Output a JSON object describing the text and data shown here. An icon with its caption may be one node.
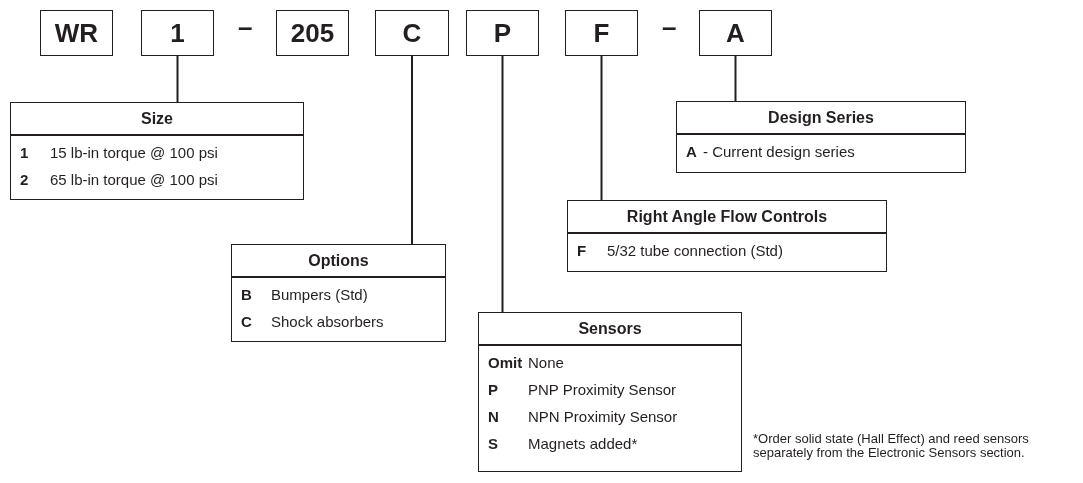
{
  "diagram": {
    "nodes": [
      {
        "text": [
          "WR"
        ]
      },
      {
        "text": [
          "1"
        ]
      },
      {
        "text": [
          "205"
        ]
      },
      {
        "text": [
          "C"
        ]
      },
      {
        "text": [
          "P"
        ]
      },
      {
        "text": [
          "F"
        ]
      },
      {
        "text": [
          "A"
        ]
      },
      {
        "text": [
          "Size",
          "1",
          "15 lb-in torque @ 100 psi",
          "2",
          "65 lb-in torque @ 100 psi"
        ]
      },
      {
        "text": [
          "Options",
          "B",
          "Bumpers (Std)",
          "C",
          "Shock absorbers"
        ]
      },
      {
        "text": [
          "Sensors",
          "Omit",
          "None",
          "P",
          "PNP Proximity Sensor",
          "N",
          "NPN Proximity Sensor",
          "S",
          "Magnets added*"
        ]
      },
      {
        "text": [
          "Right Angle Flow Controls",
          "F",
          "5/32 tube connection (Std)"
        ]
      },
      {
        "text": [
          "Design Series",
          "A",
          "- Current design series"
        ]
      }
    ],
    "edges": [
      {
        "from": 1,
        "to": 7,
        "arrow": "none"
      },
      {
        "from": 3,
        "to": 8,
        "arrow": "none"
      },
      {
        "from": 4,
        "to": 9,
        "arrow": "none"
      },
      {
        "from": 5,
        "to": 10,
        "arrow": "none"
      },
      {
        "from": 6,
        "to": 11,
        "arrow": "none"
      }
    ],
    "labels": [
      "–",
      "–",
      "*Order solid state (Hall Effect) and reed sensors separately from the Electronic Sensors section."
    ]
  }
}
